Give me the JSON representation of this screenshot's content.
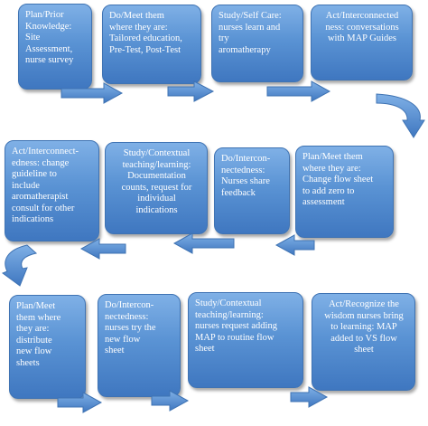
{
  "boxes": [
    {
      "id": "b1",
      "lines": [
        "Plan/Prior",
        "Knowledge:",
        "Site",
        "Assessment,",
        "nurse survey"
      ]
    },
    {
      "id": "b2",
      "lines": [
        "Do/Meet them",
        "where they are:",
        "Tailored education,",
        "Pre-Test, Post-Test"
      ]
    },
    {
      "id": "b3",
      "lines": [
        "Study/Self Care:",
        "nurses learn and",
        "try",
        "aromatherapy"
      ]
    },
    {
      "id": "b4",
      "lines": [
        "Act/Interconnected",
        "ness:  conversations",
        "with MAP Guides"
      ]
    },
    {
      "id": "b5",
      "lines": [
        "Plan/Meet them",
        "where they are:",
        "Change flow sheet",
        "to add zero to",
        "assessment"
      ]
    },
    {
      "id": "b6",
      "lines": [
        "Do/Intercon-",
        "nectedness:",
        "Nurses share",
        "feedback"
      ]
    },
    {
      "id": "b7",
      "lines": [
        "Study/Contextual",
        "teaching/learning:",
        "Documentation",
        "counts, request for",
        "individual",
        "indications"
      ]
    },
    {
      "id": "b8",
      "lines": [
        "Act/Interconnect-",
        "edness: change",
        "guideline to",
        "include",
        "aromatherapist",
        "consult for other",
        "indications"
      ]
    },
    {
      "id": "b9",
      "lines": [
        "Plan/Meet",
        "them where",
        "they are:",
        "distribute",
        "new flow",
        "sheets"
      ]
    },
    {
      "id": "b10",
      "lines": [
        "Do/Intercon-",
        "nectedness:",
        "nurses try the",
        "new flow",
        "sheet"
      ]
    },
    {
      "id": "b11",
      "lines": [
        "Study/Contextual",
        "teaching/learning:",
        "nurses request adding",
        "MAP to routine flow",
        "sheet"
      ]
    },
    {
      "id": "b12",
      "lines": [
        "Act/Recognize the",
        "wisdom nurses bring",
        "to learning: MAP",
        "added to VS flow",
        "sheet"
      ]
    }
  ],
  "colors": {
    "box_fill": "#5a93d4",
    "box_border": "#3f73b3",
    "arrow_fill": "#4a86cc",
    "text": "#ffffff"
  }
}
